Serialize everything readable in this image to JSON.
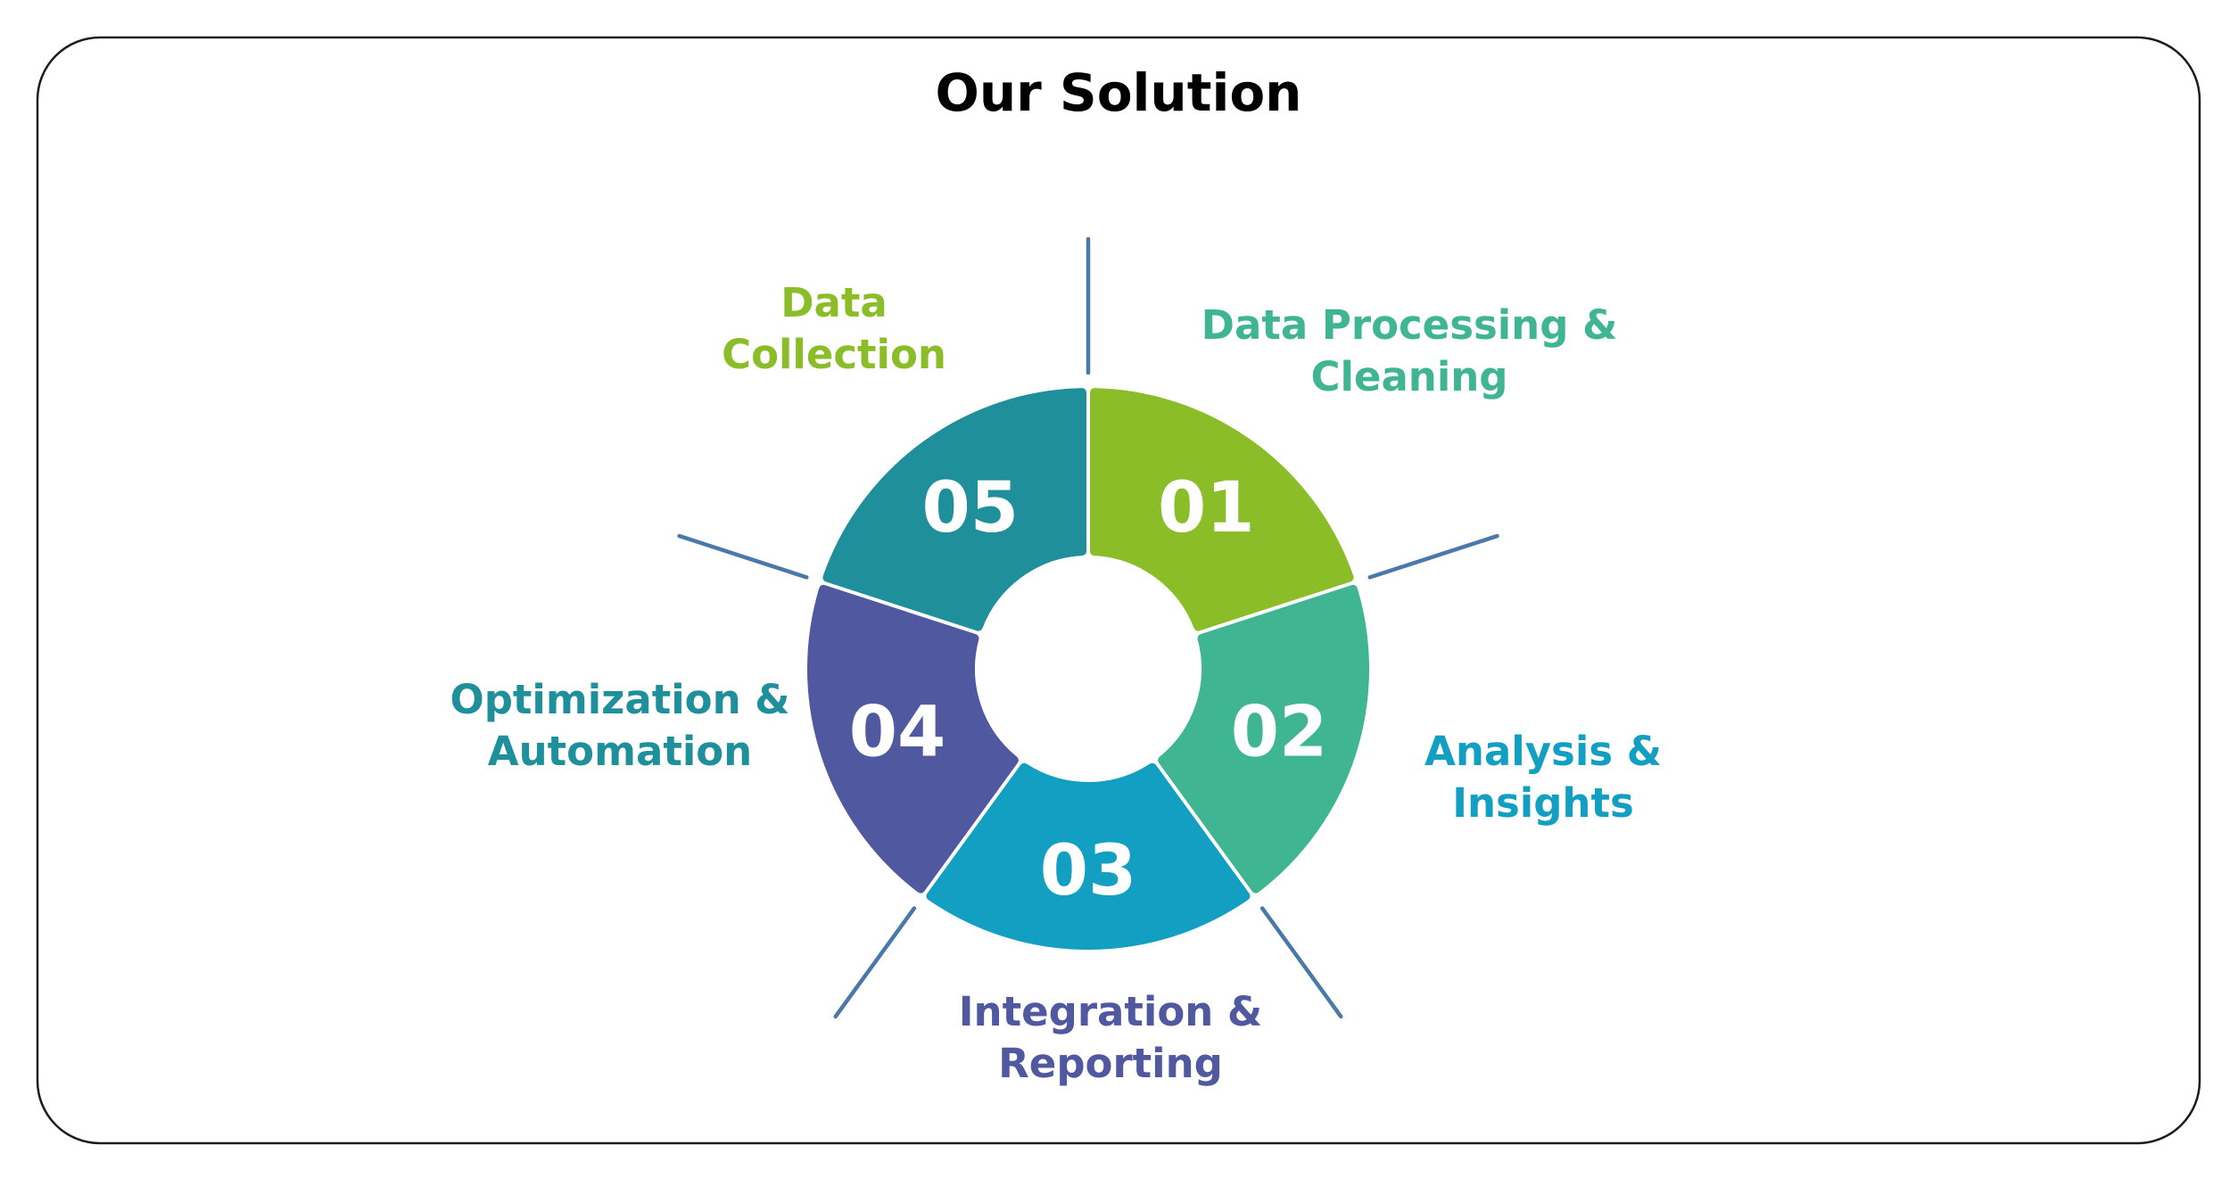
{
  "title": "Our Solution",
  "divider_color": "#4a78a8",
  "steps": [
    {
      "number": "01",
      "label_lines": [
        "Data",
        "Collection"
      ],
      "color": "#8abd28"
    },
    {
      "number": "02",
      "label_lines": [
        "Data Processing &",
        "Cleaning"
      ],
      "color": "#40b592"
    },
    {
      "number": "03",
      "label_lines": [
        "Analysis &",
        "Insights"
      ],
      "color": "#139fc2"
    },
    {
      "number": "04",
      "label_lines": [
        "Integration &",
        "Reporting"
      ],
      "color": "#5058a0"
    },
    {
      "number": "05",
      "label_lines": [
        "Optimization &",
        "Automation"
      ],
      "color": "#1f8f9b"
    }
  ]
}
